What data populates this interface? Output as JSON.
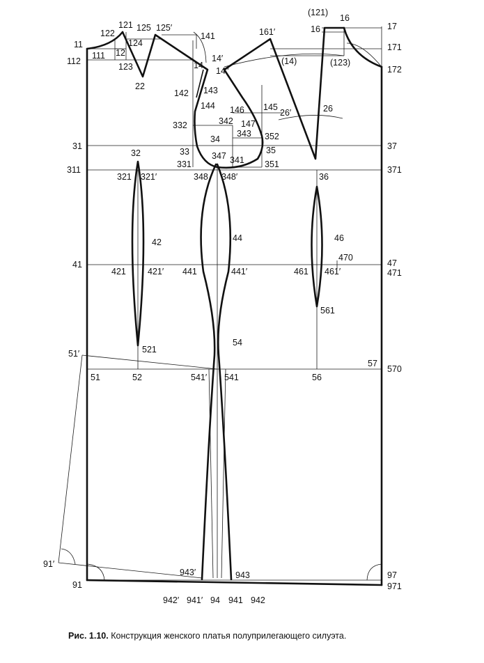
{
  "caption": {
    "figure_number": "Рис. 1.10.",
    "text": "Конструкция женского платья полуприлегающего силуэта."
  },
  "labels": {
    "p11": "11",
    "p111": "111",
    "p112": "112",
    "p12": "12",
    "p121": "121",
    "p122": "122",
    "p123": "123",
    "p124": "124",
    "p125": "125",
    "p125p": "125′",
    "p22": "22",
    "p141": "141",
    "p14p": "14′",
    "p14": "14",
    "p14pp": "14′′",
    "p142": "142",
    "p143": "143",
    "p144": "144",
    "p332": "332",
    "p342": "342",
    "p146": "146",
    "p145": "145",
    "p147": "147",
    "p343": "343",
    "p352": "352",
    "p34": "34",
    "p33": "33",
    "p35": "35",
    "p331": "331",
    "p341": "341",
    "p347": "347",
    "p351": "351",
    "p121b": "(121)",
    "p16": "16",
    "p161": "16",
    "p161p": "161′",
    "p17": "17",
    "p171": "171",
    "p14b": "(14)",
    "p123b": "(123)",
    "p172": "172",
    "p26p": "26′",
    "p26": "26",
    "p31": "31",
    "p37": "37",
    "p311": "311",
    "p371": "371",
    "p32": "32",
    "p321": "321",
    "p321p": "321′",
    "p348": "348",
    "p348p": "348′",
    "p36": "36",
    "p42": "42",
    "p44": "44",
    "p46": "46",
    "p470": "470",
    "p41": "41",
    "p421": "421",
    "p421p": "421′",
    "p441": "441",
    "p441p": "441′",
    "p461": "461",
    "p461p": "461′",
    "p47": "47",
    "p471": "471",
    "p561": "561",
    "p521": "521",
    "p54": "54",
    "p51p": "51′",
    "p57": "57",
    "p570": "570",
    "p51": "51",
    "p52": "52",
    "p541p": "541′",
    "p541": "541",
    "p56": "56",
    "p91p": "91′",
    "p943p": "943′",
    "p943": "943",
    "p97": "97",
    "p91": "91",
    "p971": "971",
    "p942p": "942′",
    "p941p": "941′",
    "p94": "94",
    "p941": "941",
    "p942": "942"
  }
}
